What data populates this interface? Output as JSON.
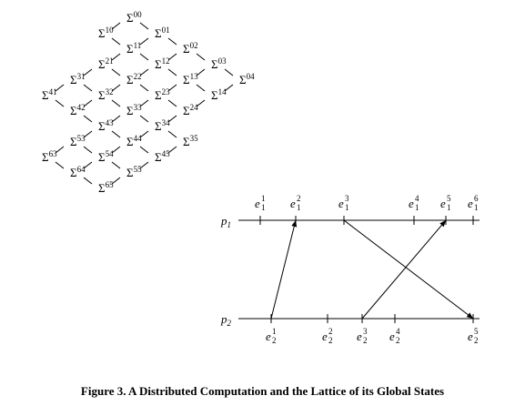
{
  "caption": "Figure 3. A Distributed Computation and the Lattice of its Global States",
  "lattice": {
    "symbol": "Σ",
    "nodes": [
      "00",
      "10",
      "01",
      "11",
      "02",
      "21",
      "12",
      "03",
      "31",
      "22",
      "13",
      "04",
      "41",
      "32",
      "23",
      "14",
      "42",
      "33",
      "24",
      "43",
      "34",
      "53",
      "44",
      "35",
      "63",
      "54",
      "45",
      "64",
      "55",
      "65"
    ]
  },
  "computation": {
    "processes": [
      {
        "letter": "p",
        "index": "1"
      },
      {
        "letter": "p",
        "index": "2"
      }
    ],
    "events": [
      {
        "process": 1,
        "label": "e",
        "sub": "1",
        "sup": "1"
      },
      {
        "process": 1,
        "label": "e",
        "sub": "1",
        "sup": "2"
      },
      {
        "process": 1,
        "label": "e",
        "sub": "1",
        "sup": "3"
      },
      {
        "process": 1,
        "label": "e",
        "sub": "1",
        "sup": "4"
      },
      {
        "process": 1,
        "label": "e",
        "sub": "1",
        "sup": "5"
      },
      {
        "process": 1,
        "label": "e",
        "sub": "1",
        "sup": "6"
      },
      {
        "process": 2,
        "label": "e",
        "sub": "2",
        "sup": "1"
      },
      {
        "process": 2,
        "label": "e",
        "sub": "2",
        "sup": "2"
      },
      {
        "process": 2,
        "label": "e",
        "sub": "2",
        "sup": "3"
      },
      {
        "process": 2,
        "label": "e",
        "sub": "2",
        "sup": "4"
      },
      {
        "process": 2,
        "label": "e",
        "sub": "2",
        "sup": "5"
      }
    ],
    "messages": [
      {
        "from": "e2^1",
        "to": "e1^2"
      },
      {
        "from": "e1^3",
        "to": "e2^5"
      },
      {
        "from": "e2^3",
        "to": "e1^5"
      }
    ]
  }
}
